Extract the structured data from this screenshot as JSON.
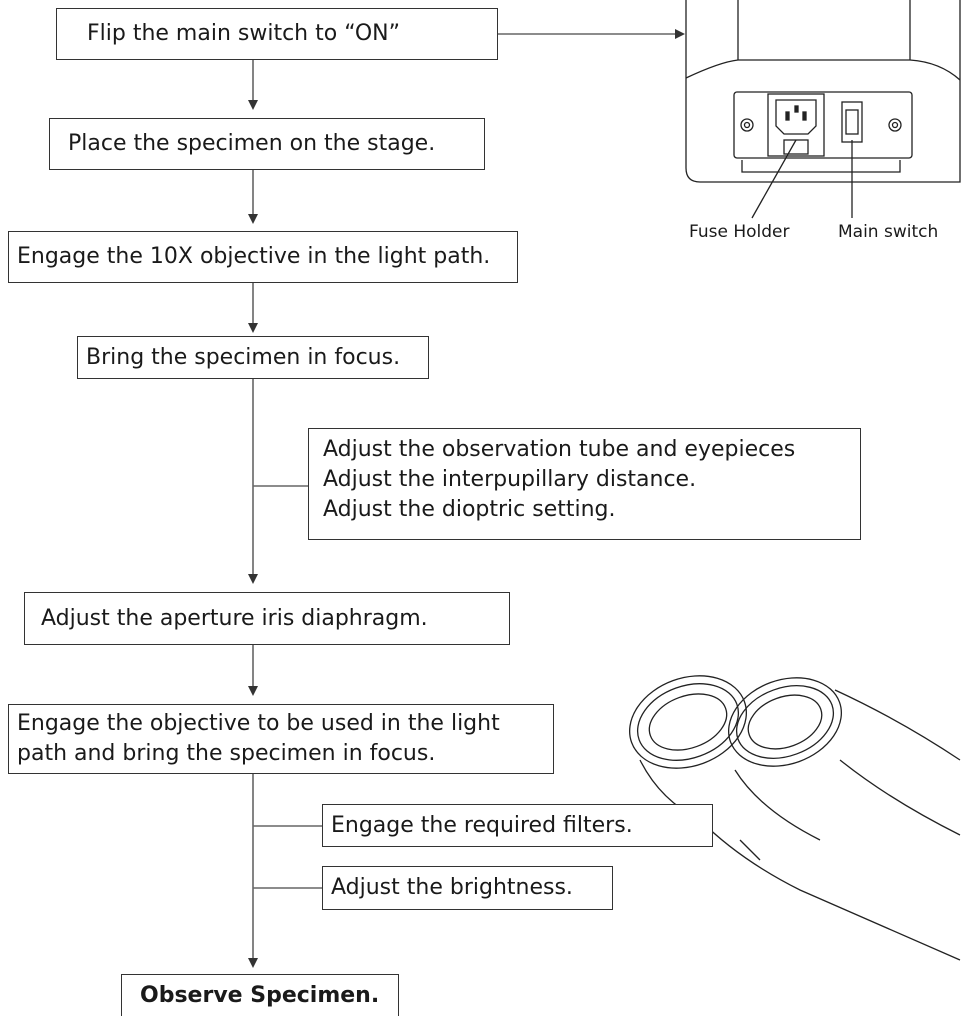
{
  "steps": {
    "switch_on": "Flip the main switch to “ON”",
    "place_specimen": "Place the specimen on the stage.",
    "engage_10x": "Engage the 10X objective in the light path.",
    "focus": "Bring the specimen in focus.",
    "adjust_tube": [
      "Adjust the observation tube and eyepieces",
      "Adjust the interpupillary distance.",
      "Adjust the dioptric setting."
    ],
    "aperture": "Adjust the aperture iris diaphragm.",
    "engage_objective": [
      "Engage the objective to be used in the light",
      "path and bring the specimen in focus."
    ],
    "filters": "Engage the required filters.",
    "brightness": "Adjust the brightness.",
    "observe": "Observe Specimen."
  },
  "illustration_labels": {
    "fuse_holder": "Fuse Holder",
    "main_switch": "Main switch"
  }
}
